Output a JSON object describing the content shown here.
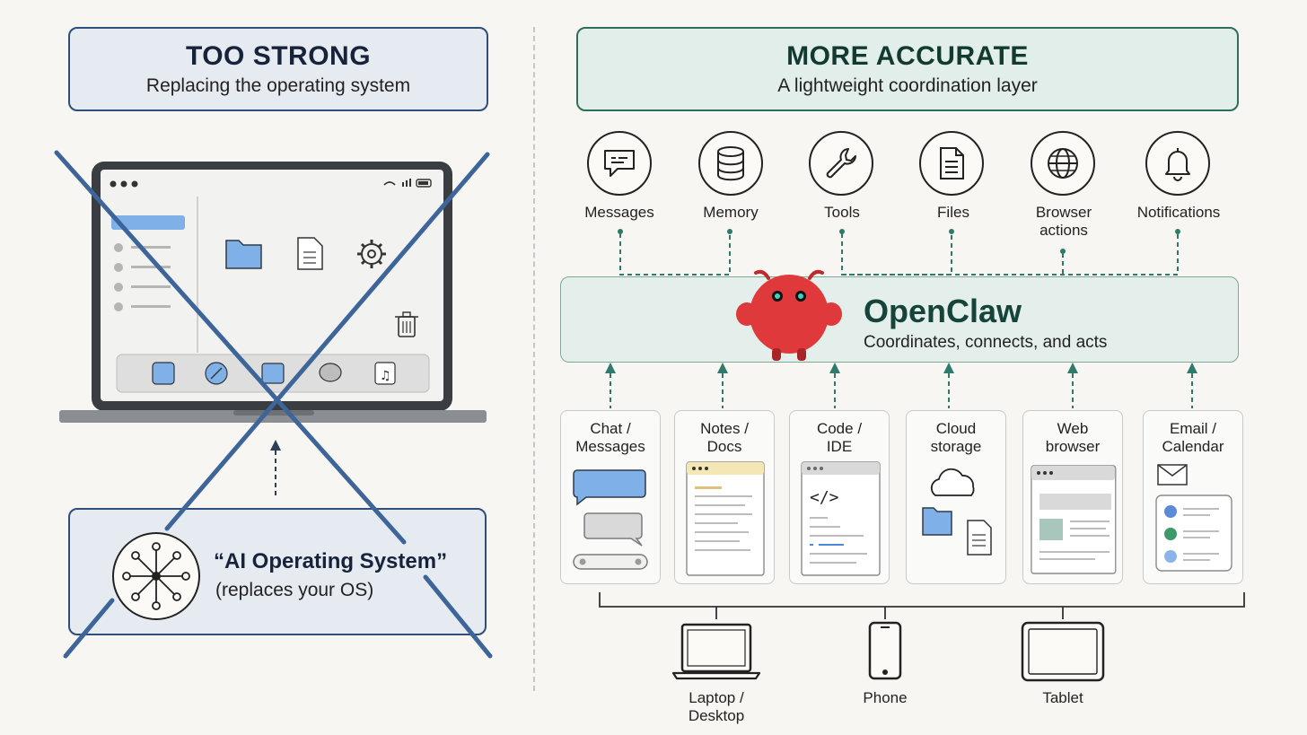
{
  "left": {
    "title": "TOO STRONG",
    "subtitle": "Replacing the operating system",
    "ai_os": {
      "title": "“AI Operating System”",
      "subtitle": "(replaces your OS)"
    }
  },
  "right": {
    "title": "MORE ACCURATE",
    "subtitle": "A lightweight coordination layer",
    "capabilities": [
      {
        "label": "Messages",
        "icon": "chat-bubble-icon"
      },
      {
        "label": "Memory",
        "icon": "database-icon"
      },
      {
        "label": "Tools",
        "icon": "wrench-icon"
      },
      {
        "label": "Files",
        "icon": "document-icon"
      },
      {
        "label": "Browser\nactions",
        "icon": "globe-icon"
      },
      {
        "label": "Notifications",
        "icon": "bell-icon"
      }
    ],
    "openclaw": {
      "name": "OpenClaw",
      "tagline": "Coordinates, connects, and acts"
    },
    "sources": [
      {
        "label": "Chat /\nMessages"
      },
      {
        "label": "Notes /\nDocs"
      },
      {
        "label": "Code /\nIDE"
      },
      {
        "label": "Cloud\nstorage"
      },
      {
        "label": "Web\nbrowser"
      },
      {
        "label": "Email /\nCalendar"
      }
    ],
    "devices": [
      {
        "label": "Laptop /\nDesktop"
      },
      {
        "label": "Phone"
      },
      {
        "label": "Tablet"
      }
    ]
  },
  "colors": {
    "navy": "#2d4f7a",
    "green": "#2f6e5b",
    "cross": "#3d6599",
    "mascot": "#e0393b",
    "dashed_teal": "#2f7a6a",
    "folder_blue": "#7fb0e8"
  }
}
